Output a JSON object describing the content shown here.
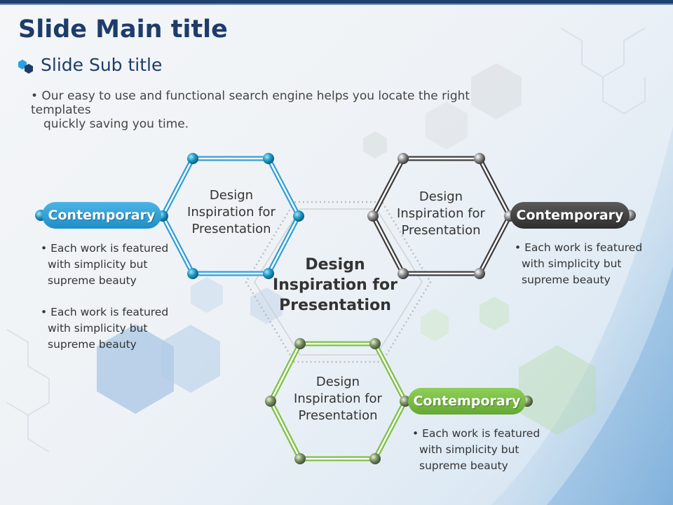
{
  "slide": {
    "title": "Slide Main title",
    "subtitle": "Slide Sub title",
    "intro_line1": "• Our easy to use and functional search engine helps you locate the right templates",
    "intro_line2": "quickly saving you time."
  },
  "center": {
    "line1": "Design",
    "line2": "Inspiration for",
    "line3": "Presentation"
  },
  "hexes": {
    "blue": {
      "line1": "Design",
      "line2": "Inspiration for",
      "line3": "Presentation",
      "color": "#2f9fd8"
    },
    "gray": {
      "line1": "Design",
      "line2": "Inspiration for",
      "line3": "Presentation",
      "color": "#4a4a4a"
    },
    "green": {
      "line1": "Design",
      "line2": "Inspiration for",
      "line3": "Presentation",
      "color": "#7cc142"
    }
  },
  "pills": {
    "blue": {
      "label": "Contemporary",
      "color": "#2f9fd8"
    },
    "gray": {
      "label": "Contemporary",
      "color": "#3d3d3d"
    },
    "green": {
      "label": "Contemporary",
      "color": "#7cc142"
    }
  },
  "bullets": {
    "left": [
      "• Each work is featured with simplicity but supreme beauty",
      "• Each work is featured with simplicity but supreme beauty"
    ],
    "right": [
      "• Each work is featured with simplicity but supreme beauty"
    ],
    "bottom": [
      "• Each work is featured with simplicity but supreme beauty"
    ]
  },
  "colors": {
    "title": "#1e3c6a",
    "accent_dark": "#1f3f6e",
    "icon_light": "#29a3e0"
  }
}
